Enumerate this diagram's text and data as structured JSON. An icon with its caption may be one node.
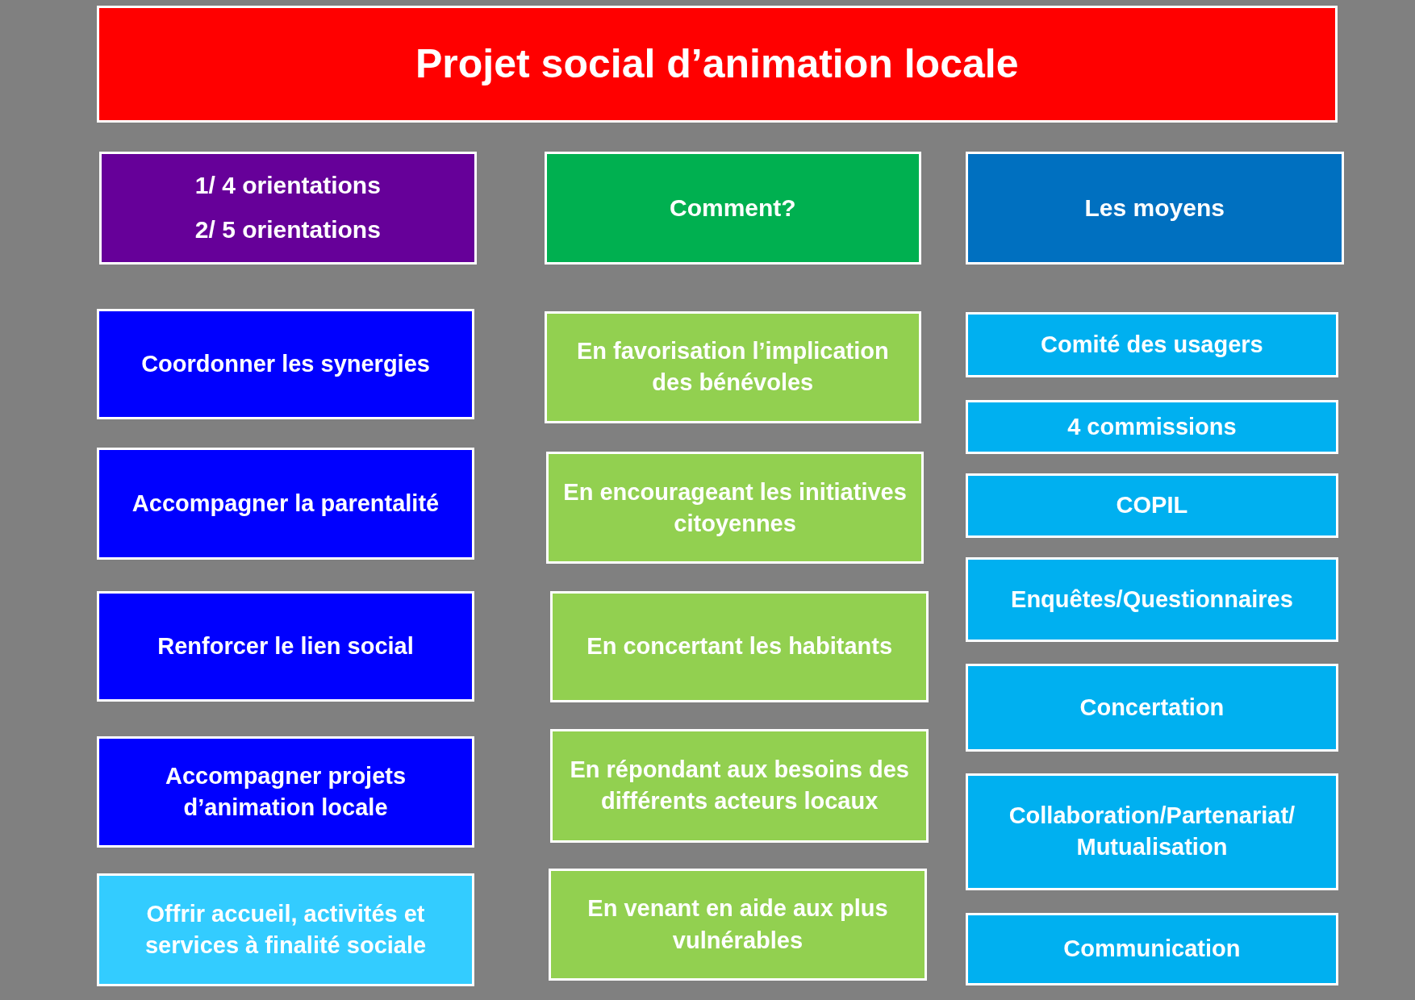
{
  "diagram": {
    "nodes": [
      {
        "text": [
          "Projet social d’animation locale"
        ]
      },
      {
        "text": [
          "1/ 4 orientations",
          "2/ 5 orientations"
        ]
      },
      {
        "text": [
          "Comment?"
        ]
      },
      {
        "text": [
          "Les moyens"
        ]
      },
      {
        "text": [
          "Coordonner les synergies"
        ]
      },
      {
        "text": [
          "Accompagner la parentalité"
        ]
      },
      {
        "text": [
          "Renforcer le lien social"
        ]
      },
      {
        "text": [
          "Accompagner projets d’animation locale"
        ]
      },
      {
        "text": [
          "Offrir accueil, activités et services à finalité sociale"
        ]
      },
      {
        "text": [
          "En favorisation l’implication des bénévoles"
        ]
      },
      {
        "text": [
          "En encourageant les initiatives citoyennes"
        ]
      },
      {
        "text": [
          "En concertant les habitants"
        ]
      },
      {
        "text": [
          "En répondant aux besoins des différents acteurs locaux"
        ]
      },
      {
        "text": [
          "En venant en aide aux plus vulnérables"
        ]
      },
      {
        "text": [
          "Comité des usagers"
        ]
      },
      {
        "text": [
          "4 commissions"
        ]
      },
      {
        "text": [
          "COPIL"
        ]
      },
      {
        "text": [
          "Enquêtes/Questionnaires"
        ]
      },
      {
        "text": [
          "Concertation"
        ]
      },
      {
        "text": [
          "Collaboration/Partenariat/ Mutualisation"
        ]
      },
      {
        "text": [
          "Communication"
        ]
      }
    ]
  }
}
